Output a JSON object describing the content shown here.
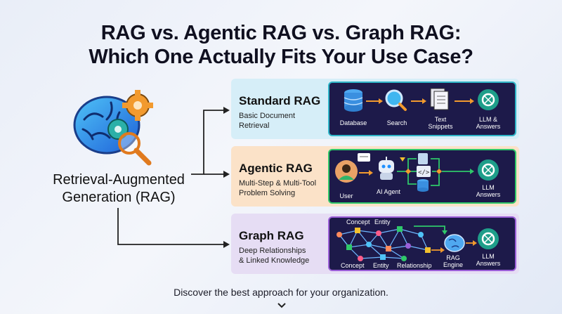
{
  "header": {
    "title_line1": "RAG vs. Agentic RAG vs. Graph RAG:",
    "title_line2": "Which One Actually Fits Your Use Case?"
  },
  "hub": {
    "label_line1": "Retrieval-Augmented",
    "label_line2": "Generation (RAG)"
  },
  "cards": [
    {
      "title": "Standard RAG",
      "desc_line1": "Basic Document",
      "desc_line2": "Retrieval",
      "nodes": {
        "database": "Database",
        "search": "Search",
        "snippets_line1": "Text",
        "snippets_line2": "Snippets",
        "llm_line1": "LLM &",
        "llm_line2": "Answers"
      }
    },
    {
      "title": "Agentic RAG",
      "desc_line1": "Multi-Step & Multi-Tool",
      "desc_line2": "Problem Solving",
      "nodes": {
        "user": "User",
        "agent": "AI Agent",
        "llm_line1": "LLM",
        "llm_line2": "Answers"
      }
    },
    {
      "title": "Graph RAG",
      "desc_line1": "Deep Relationships",
      "desc_line2": "& Linked Knowledge",
      "nodes": {
        "concept_top": "Concept",
        "entity_top": "Entity",
        "concept_bottom": "Concept",
        "entity_bottom": "Entity",
        "relationship": "Relationship",
        "engine_line1": "RAG",
        "engine_line2": "Engine",
        "llm_line1": "LLM",
        "llm_line2": "Answers"
      }
    }
  ],
  "footer": {
    "text": "Discover the best approach for your organization."
  },
  "icons": {
    "brain": "brain-gear-icon",
    "database": "database-icon",
    "search": "magnifier-icon",
    "documents": "documents-icon",
    "llm": "openai-icon",
    "user": "user-icon",
    "agent": "robot-icon",
    "engine": "brain-icon",
    "scroll": "chevron-down-icon"
  },
  "colors": {
    "panel_bg": "#1d1a4a",
    "standard_bg": "#d6eef8",
    "agentic_bg": "#fbe2c8",
    "graph_bg": "#e6ddf4",
    "standard_border": "#2fb5c8",
    "agentic_border": "#2fc86a",
    "graph_border": "#9b5fd8",
    "accent_orange": "#f29a2e"
  }
}
